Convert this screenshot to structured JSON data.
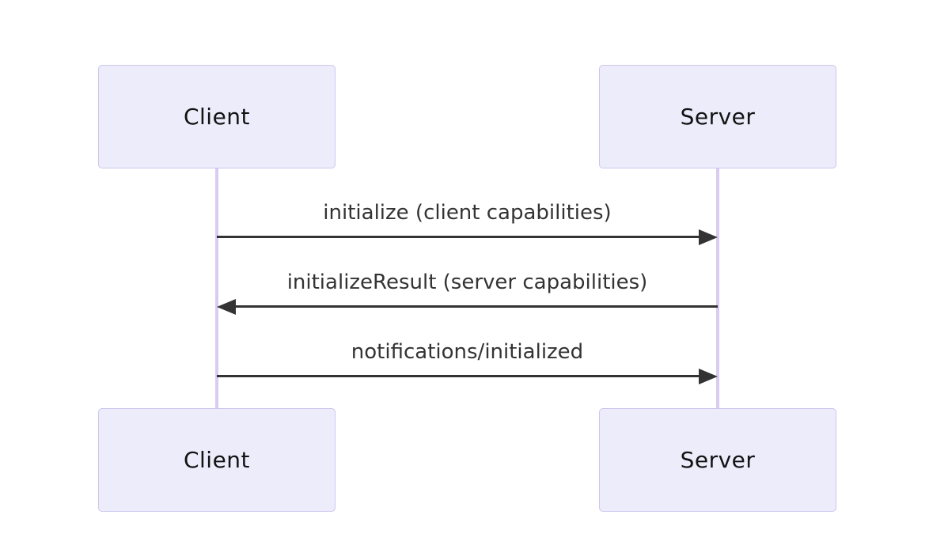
{
  "diagram": {
    "type": "sequence-diagram",
    "actors": [
      {
        "id": "client",
        "label": "Client"
      },
      {
        "id": "server",
        "label": "Server"
      }
    ],
    "messages": [
      {
        "from": "client",
        "to": "server",
        "direction": "right",
        "label": "initialize (client capabilities)"
      },
      {
        "from": "server",
        "to": "client",
        "direction": "left",
        "label": "initializeResult (server capabilities)"
      },
      {
        "from": "client",
        "to": "server",
        "direction": "right",
        "label": "notifications/initialized"
      }
    ],
    "colors": {
      "background": "#ffffff",
      "actor_fill": "#ECECFB",
      "actor_border": "#CFC5EB",
      "lifeline": "#D8CCF2",
      "arrow": "#333333",
      "actor_text": "#131313",
      "message_text": "#333333"
    }
  }
}
